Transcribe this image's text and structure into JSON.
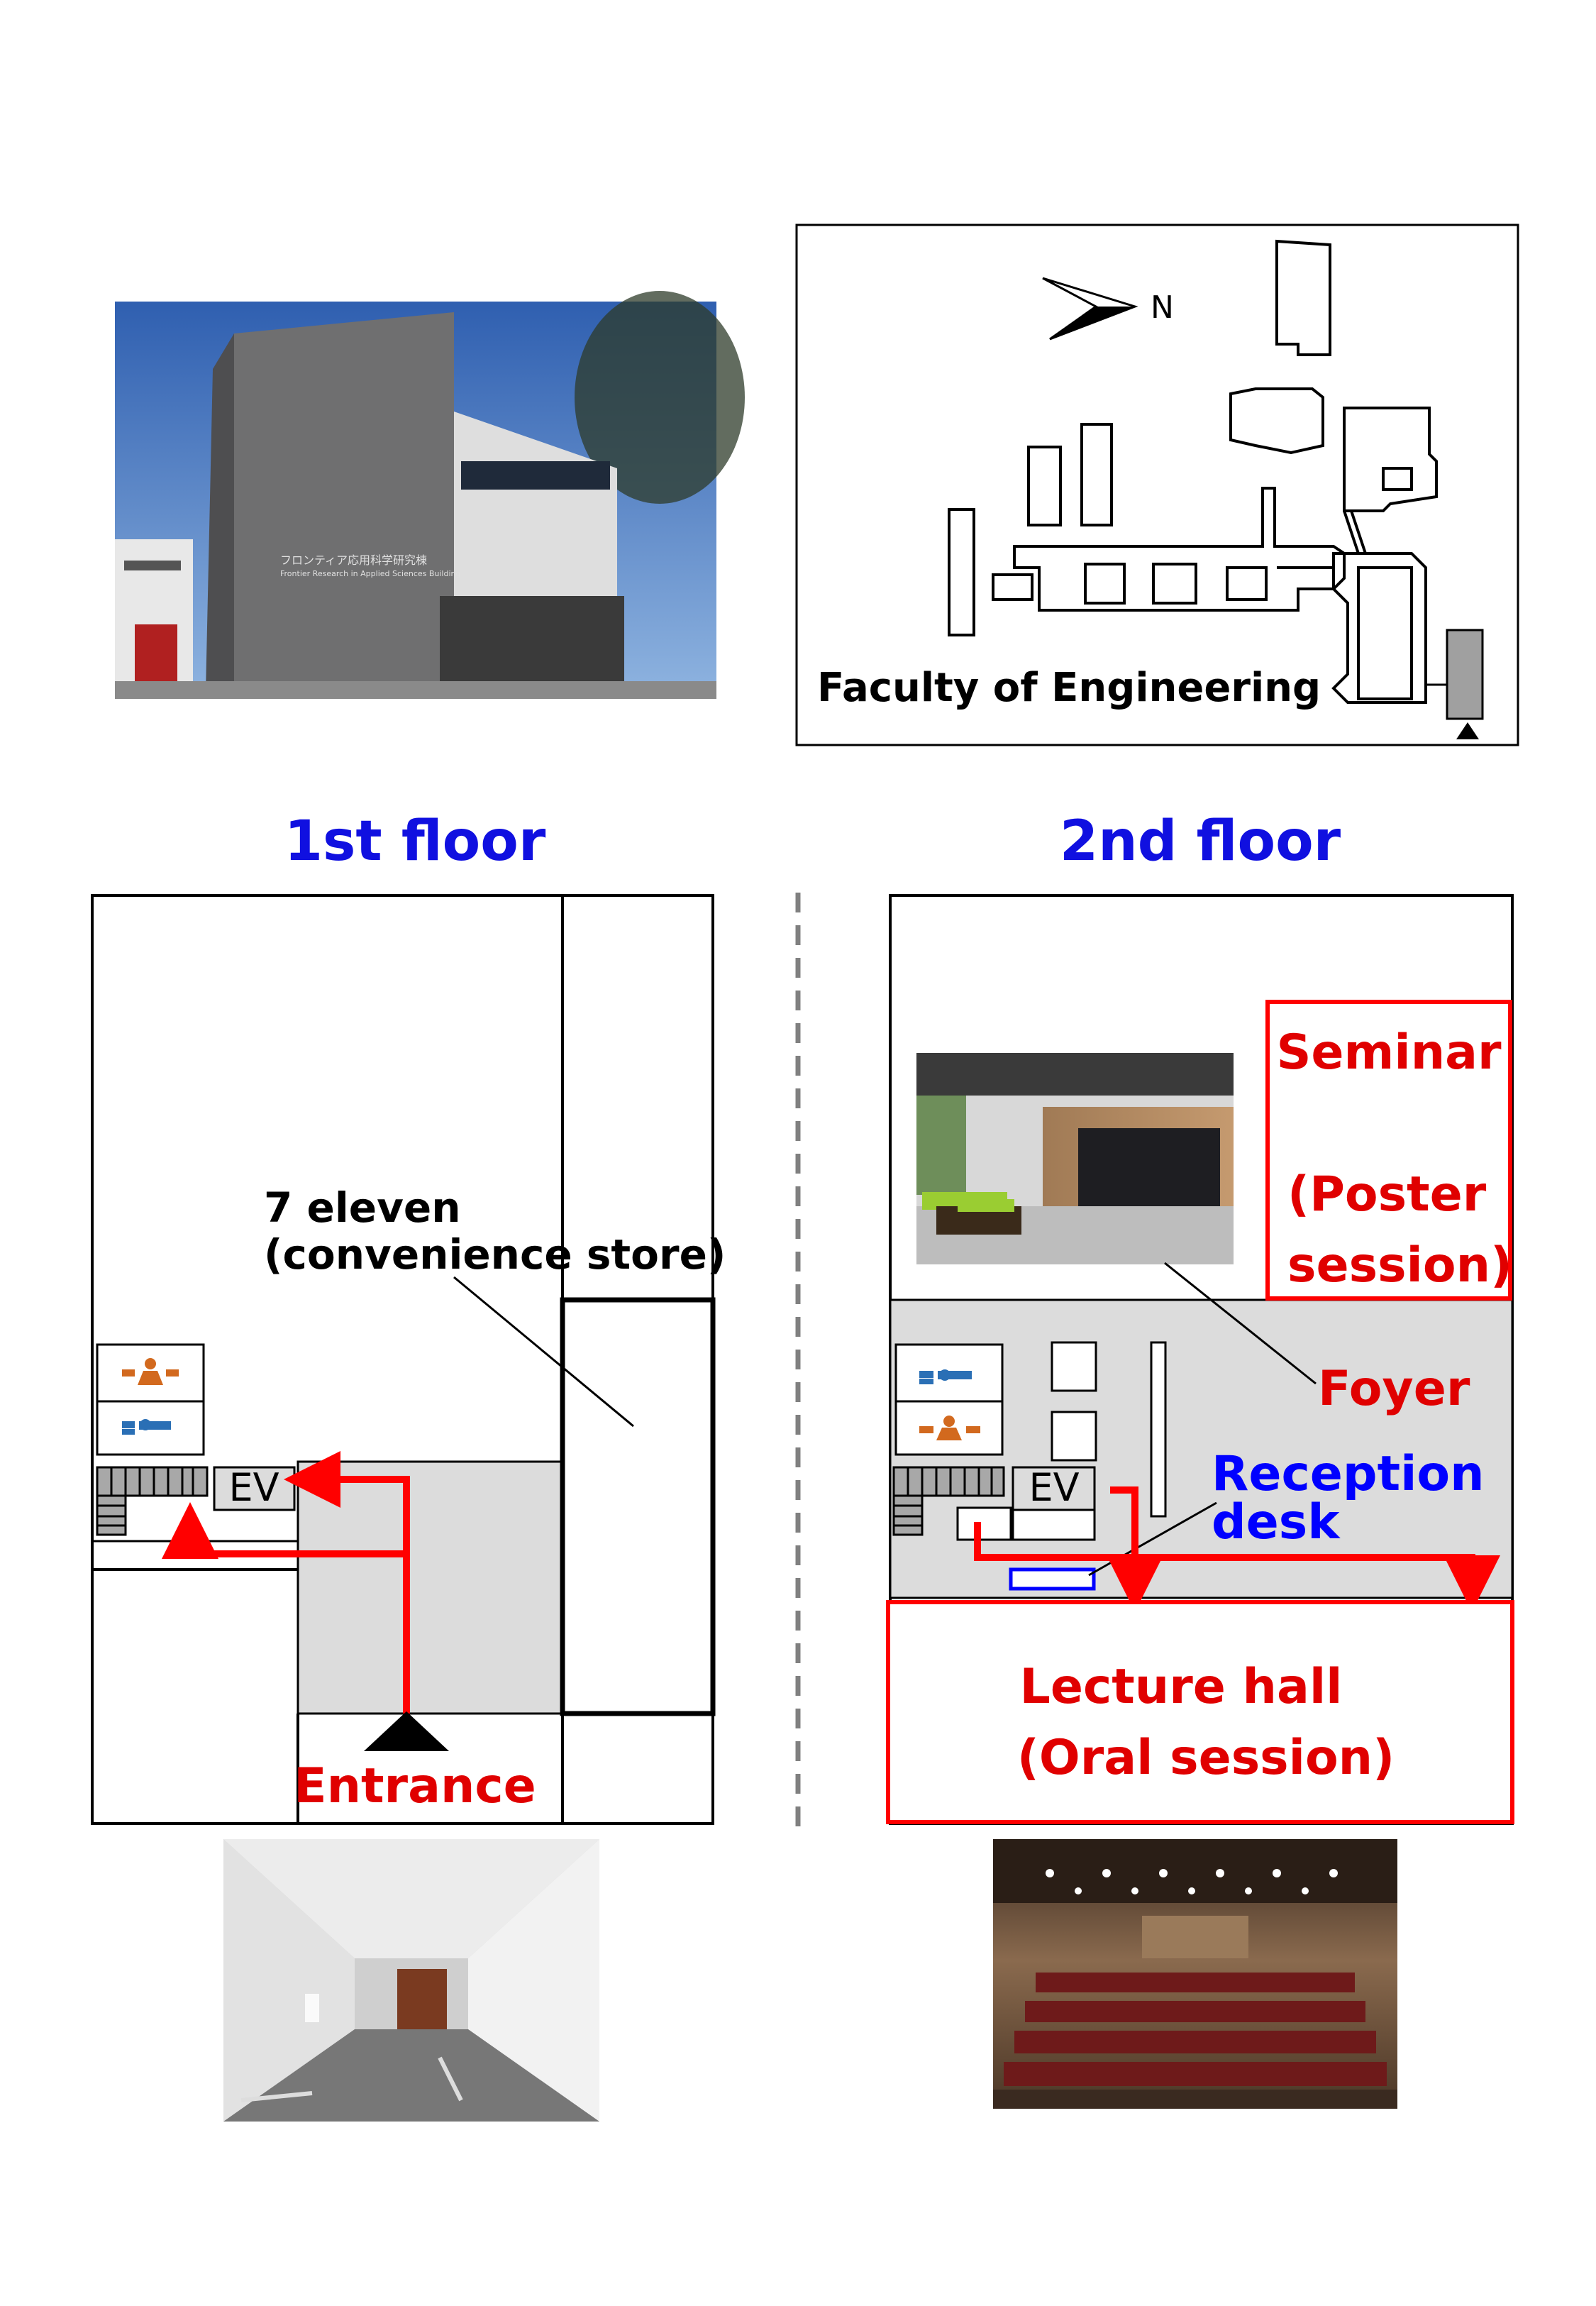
{
  "campus_map": {
    "title": "Faculty of Engineering",
    "north": "N"
  },
  "floor1": {
    "heading": "1st floor",
    "store_line1": "7 eleven",
    "store_line2": "(convenience store)",
    "elevator": "EV",
    "entrance": "Entrance"
  },
  "floor2": {
    "heading": "2nd floor",
    "seminar_line1": "Seminar",
    "seminar_line2": "(Poster",
    "seminar_line3": "session)",
    "foyer": "Foyer",
    "reception_line1": "Reception",
    "reception_line2": "desk",
    "elevator": "EV",
    "lecture_line1": "Lecture hall",
    "lecture_line2": "(Oral session)"
  },
  "colors": {
    "heading_blue": "#1010e0",
    "route_red": "#ff0000",
    "room_red": "#e00000",
    "corridor_gray": "#dcdcdc",
    "female_icon": "#d2691e",
    "male_icon": "#2a6fb5",
    "reception_blue": "#0000ff"
  },
  "icons": [
    "female-restroom-icon",
    "male-restroom-icon",
    "stairs-icon",
    "north-arrow-icon",
    "entrance-marker-icon"
  ]
}
